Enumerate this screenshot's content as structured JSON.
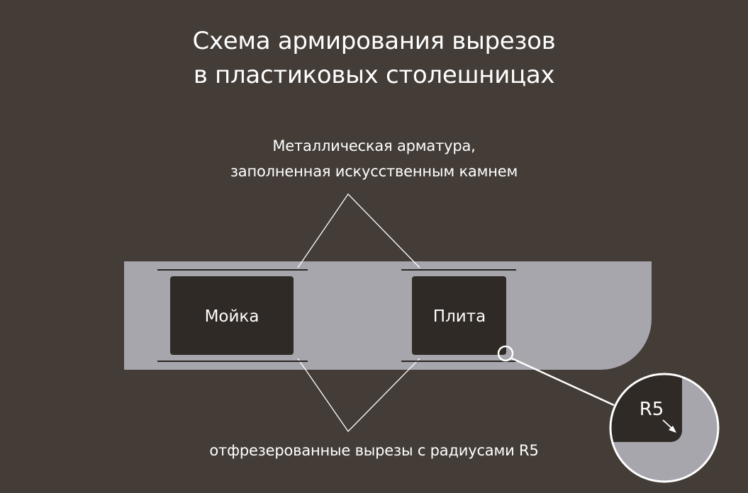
{
  "title": {
    "line1": "Схема армирования вырезов",
    "line2": "в пластиковых столешницах"
  },
  "annotation_top": {
    "line1": "Металлическая арматура,",
    "line2": "заполненная искусственным камнем"
  },
  "annotation_bottom": "отфрезерованные вырезы с радиусами R5",
  "cutouts": {
    "sink": "Мойка",
    "hob": "Плита"
  },
  "detail": {
    "radius_label": "R5"
  },
  "colors": {
    "background": "#433c37",
    "countertop": "#a7a6ad",
    "cutout": "#2f2a26",
    "lines": "#ffffff"
  }
}
